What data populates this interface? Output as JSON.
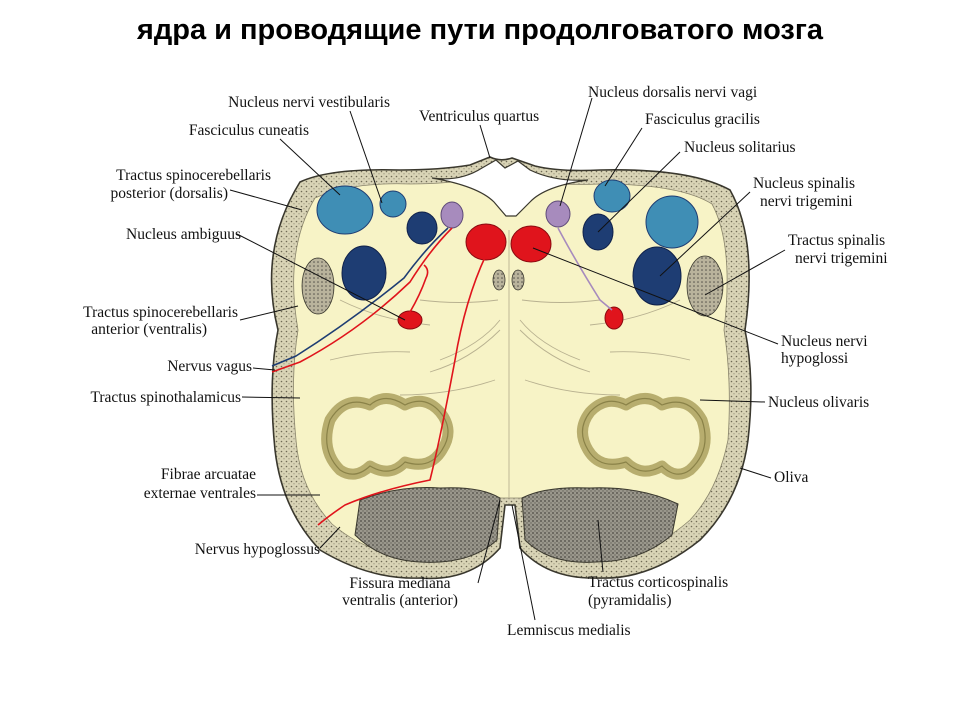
{
  "title": "ядра и проводящие пути продолговатого мозга",
  "labels": {
    "nucleus_nervi_vestibularis": "Nucleus nervi vestibularis",
    "fasciculus_cuneatis": "Fasciculus cuneatis",
    "tractus_spinocerebellaris_posterior_1": "Tractus spinocerebellaris",
    "tractus_spinocerebellaris_posterior_2": "posterior (dorsalis)",
    "nucleus_ambiguus": "Nucleus ambiguus",
    "tractus_spinocerebellaris_anterior_1": "Tractus spinocerebellaris",
    "tractus_spinocerebellaris_anterior_2": "anterior (ventralis)",
    "nervus_vagus": "Nervus vagus",
    "tractus_spinothalamicus": "Tractus spinothalamicus",
    "fibrae_arcuatae_1": "Fibrae arcuatae",
    "fibrae_arcuatae_2": "externae ventrales",
    "nervus_hypoglossus": "Nervus hypoglossus",
    "fissura_mediana_1": "Fissura mediana",
    "fissura_mediana_2": "ventralis (anterior)",
    "lemniscus_medialis": "Lemniscus medialis",
    "tractus_corticospinalis_1": "Tractus corticospinalis",
    "tractus_corticospinalis_2": "(pyramidalis)",
    "oliva": "Oliva",
    "nucleus_olivaris": "Nucleus olivaris",
    "nucleus_nervi_hypoglossi_1": "Nucleus nervi",
    "nucleus_nervi_hypoglossi_2": "hypoglossi",
    "tractus_spinalis_trigemini_1": "Tractus spinalis",
    "tractus_spinalis_trigemini_2": "nervi trigemini",
    "nucleus_spinalis_trigemini_1": "Nucleus spinalis",
    "nucleus_spinalis_trigemini_2": "nervi trigemini",
    "nucleus_solitarius": "Nucleus solitarius",
    "fasciculus_gracilis": "Fasciculus gracilis",
    "nucleus_dorsalis_vagi": "Nucleus dorsalis nervi vagi",
    "ventriculus_quartus": "Ventriculus quartus"
  },
  "colors": {
    "tissue": "#f7f3c6",
    "outer_band": "#dcd6b4",
    "olive": "#b7ad6e",
    "pyramid": "#8d8a7e",
    "blue_light": "#3f8eb5",
    "blue_dark": "#1e3d73",
    "lilac": "#a78bbd",
    "red": "#e0141c"
  }
}
